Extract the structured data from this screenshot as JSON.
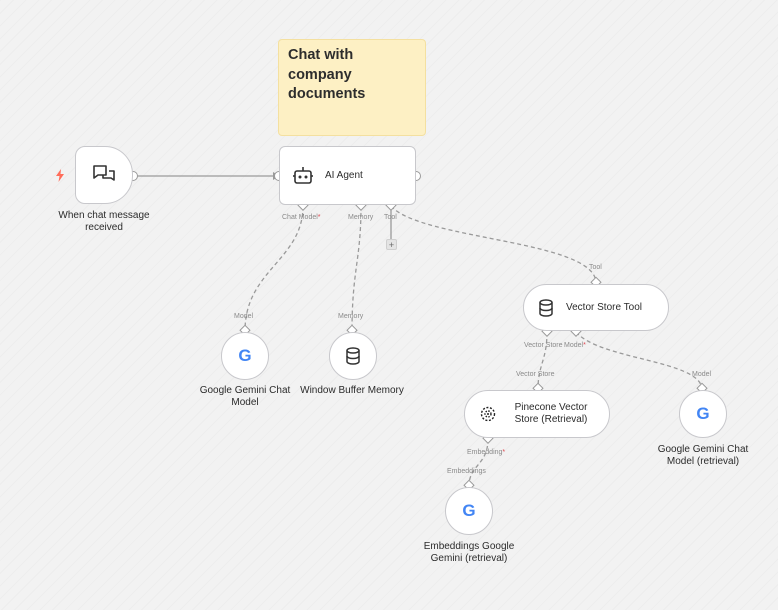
{
  "sticky_note": {
    "text": "Chat with company documents"
  },
  "nodes": {
    "chat_trigger": {
      "label": "When chat message received",
      "icon": "chat-bubbles-icon"
    },
    "ai_agent": {
      "label": "AI Agent",
      "icon": "robot-icon",
      "ports": {
        "chat_model": "Chat Model",
        "memory": "Memory",
        "tool": "Tool"
      }
    },
    "gemini_chat": {
      "label": "Google Gemini Chat Model",
      "icon": "google-icon",
      "port": "Model"
    },
    "window_buffer": {
      "label": "Window Buffer Memory",
      "icon": "database-icon",
      "port": "Memory"
    },
    "vector_store_tool": {
      "label": "Vector Store Tool",
      "icon": "database-icon",
      "port_in": "Tool",
      "ports": {
        "vector_store": "Vector Store",
        "model": "Model"
      }
    },
    "pinecone": {
      "label": "Pinecone Vector Store (Retrieval)",
      "icon": "pinecone-icon",
      "port_in": "Vector Store",
      "port_out": "Embedding"
    },
    "gemini_retrieval": {
      "label": "Google Gemini Chat Model (retrieval)",
      "icon": "google-icon",
      "port": "Model"
    },
    "embeddings": {
      "label": "Embeddings Google Gemini (retrieval)",
      "icon": "google-icon",
      "port": "Embeddings"
    }
  },
  "required_mark": "*",
  "add_button": "+",
  "google_letter": "G",
  "colors": {
    "sticky_bg": "#fdf0c4",
    "edge": "#9a9a9a",
    "trigger_bolt": "#ff6d5a",
    "required": "#e0474f"
  }
}
